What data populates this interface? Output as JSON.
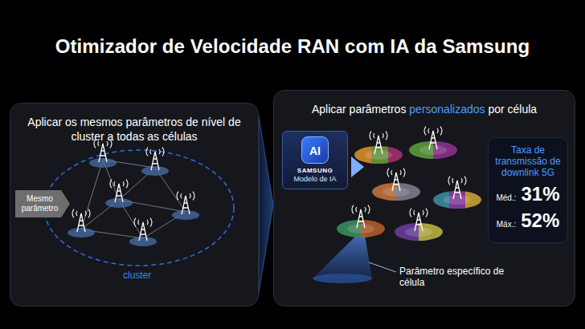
{
  "diagram": {
    "title": "Otimizador de Velocidade RAN com IA da Samsung",
    "nodes": [
      {
        "text": [
          "Aplicar os mesmos parâmetros de nível de cluster a todas as células"
        ]
      },
      {
        "text": [
          "Mesmo parâmetro"
        ],
        "in": 0
      },
      {
        "text": [
          "Aplicar parâmetros",
          "personalizados",
          "por célula"
        ]
      },
      {
        "text": [
          "AI",
          "SAMSUNG",
          "Modelo de IA"
        ],
        "in": 2
      },
      {
        "text": [
          "Taxa de transmissão de downlink 5G",
          "Méd.:",
          "31%",
          "Máx.:",
          "52%"
        ],
        "in": 2
      }
    ],
    "edges": [
      {
        "from": 0,
        "to": 2,
        "arrow": "to"
      }
    ],
    "labels": [
      "cluster",
      "Parâmetro específico de célula"
    ]
  }
}
